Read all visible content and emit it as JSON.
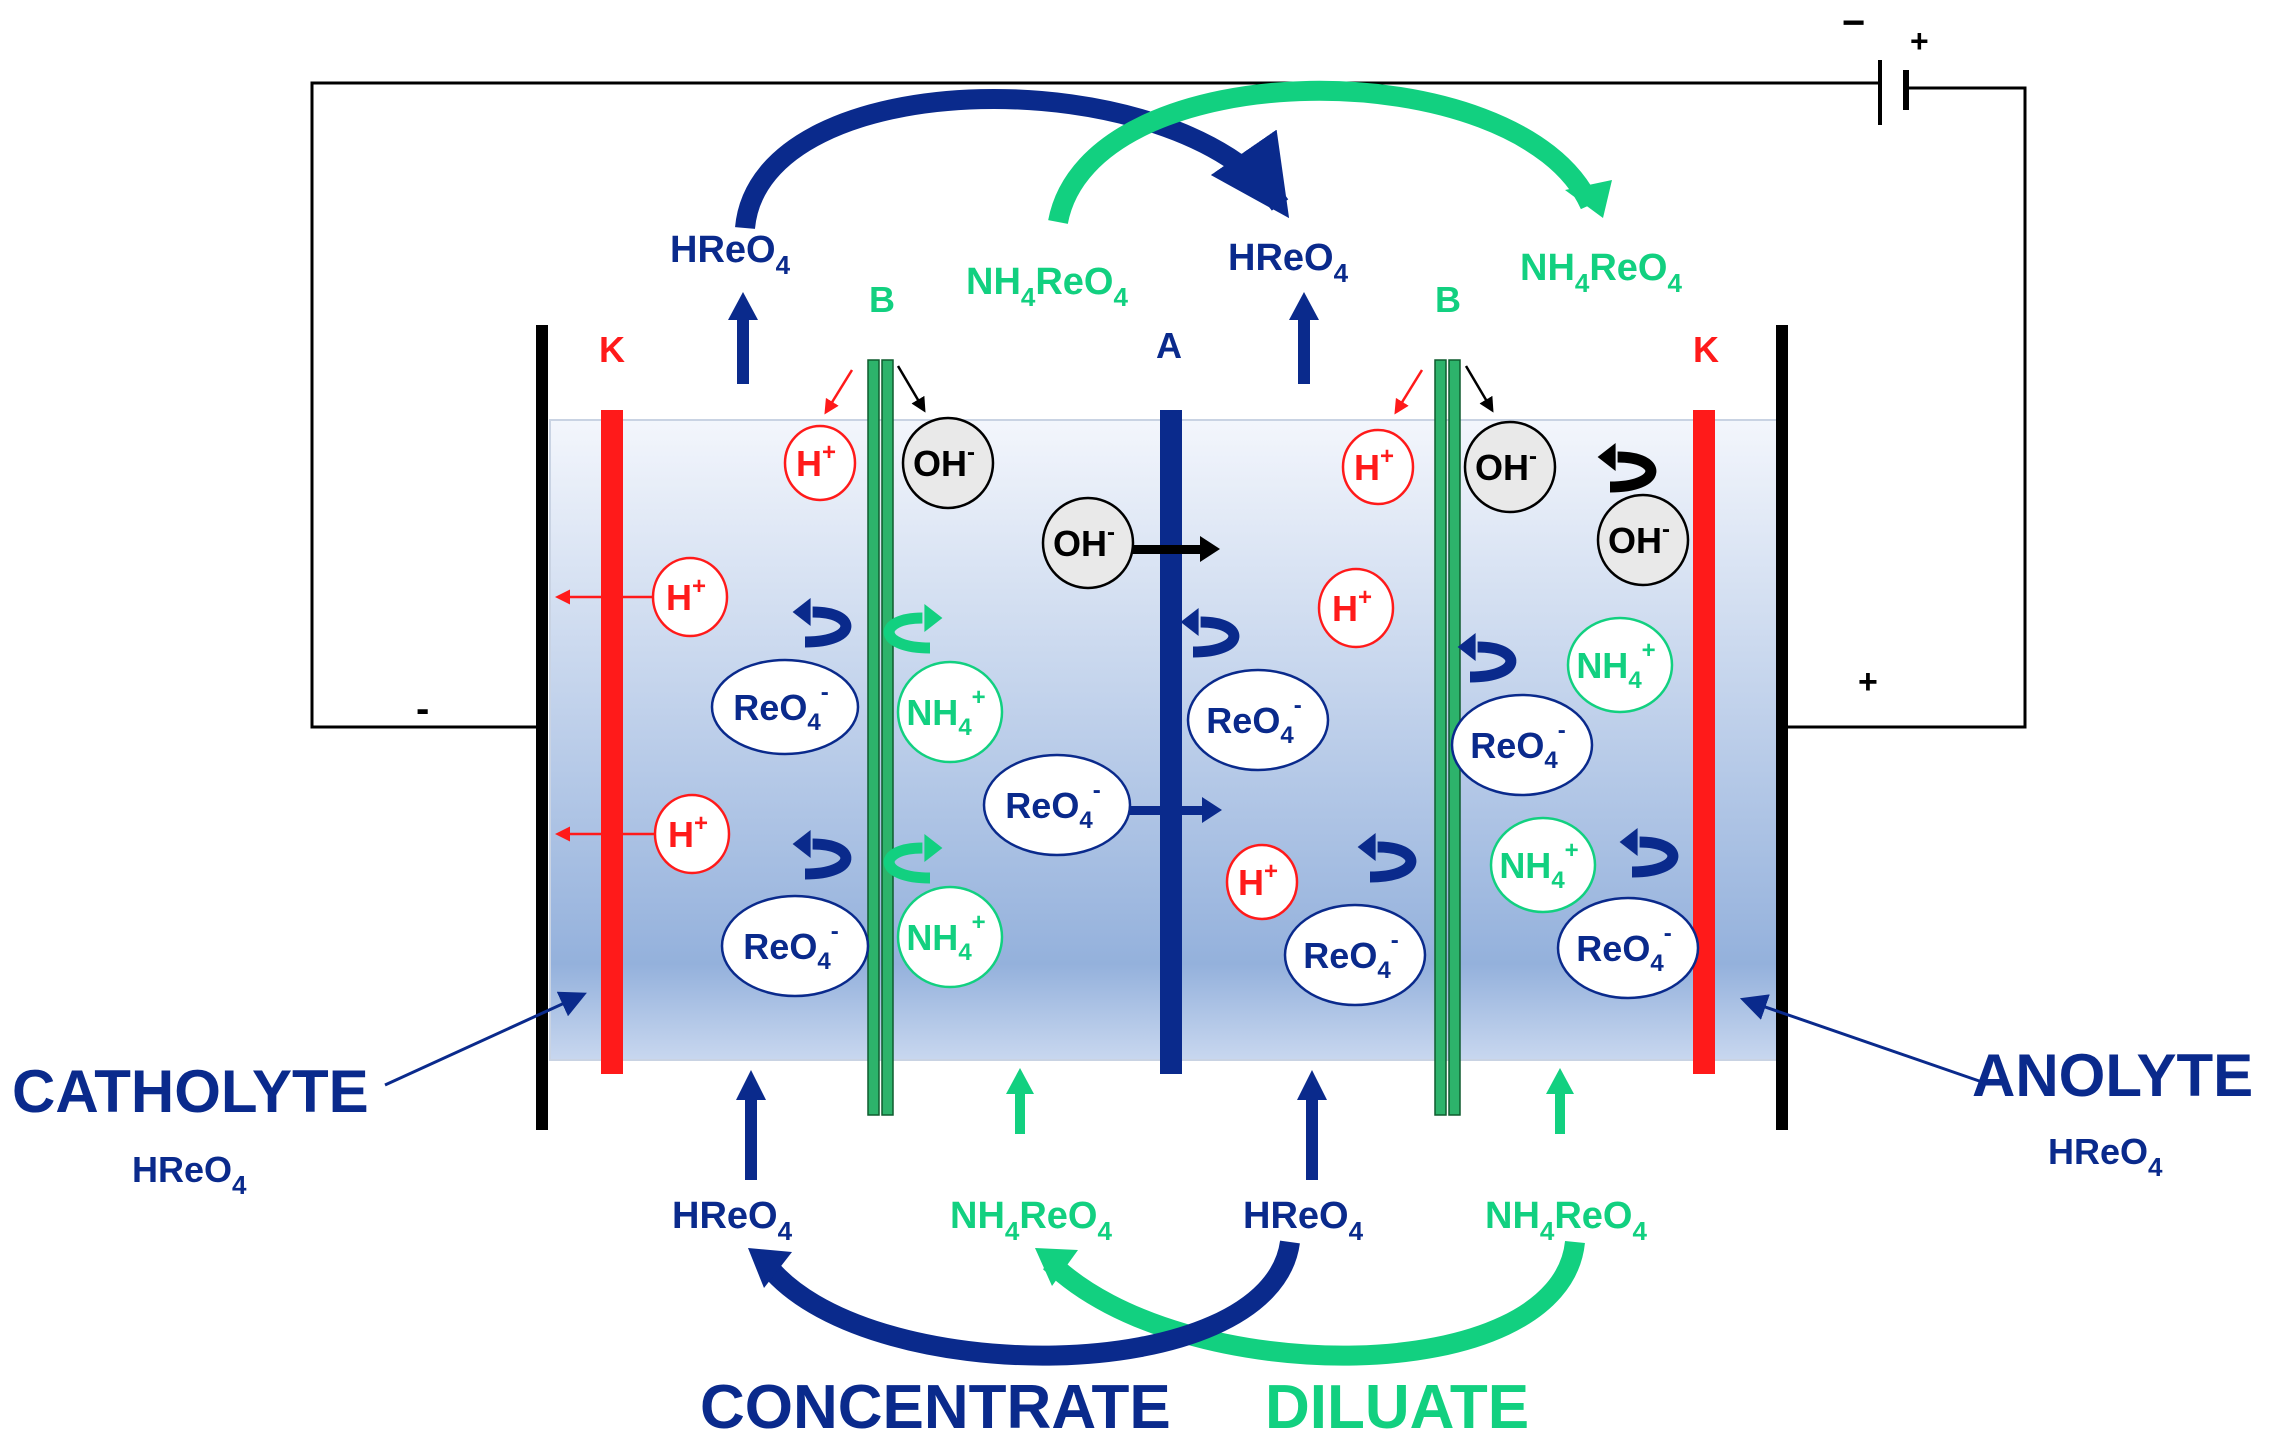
{
  "colors": {
    "navy": "#0a2a8c",
    "green": "#12d080",
    "red": "#ff1a1a",
    "black": "#000000",
    "membrane_green": "#2db36b",
    "cation_membrane": "#ff1a1a",
    "anion_membrane": "#0a2a8c",
    "electrolyte_top": "#f3f6fc",
    "electrolyte_bottom": "#94b1dc"
  },
  "battery": {
    "minus": "−",
    "plus": "+"
  },
  "electrodes": {
    "left_sign": "-",
    "right_sign": "+"
  },
  "membranes": {
    "k_left": "K",
    "b_left": "B",
    "a_center": "A",
    "b_right": "B",
    "k_right": "K"
  },
  "streams": {
    "outlet": {
      "hreo4_left": {
        "main": "HReO",
        "sub": "4"
      },
      "nh4reo4_left": {
        "pre": "NH",
        "s1": "4",
        "mid": "ReO",
        "s2": "4"
      },
      "hreo4_right": {
        "main": "HReO",
        "sub": "4"
      },
      "nh4reo4_right": {
        "pre": "NH",
        "s1": "4",
        "mid": "ReO",
        "s2": "4"
      }
    },
    "inlet": {
      "hreo4_left": {
        "main": "HReO",
        "sub": "4"
      },
      "nh4reo4_left": {
        "pre": "NH",
        "s1": "4",
        "mid": "ReO",
        "s2": "4"
      },
      "hreo4_right": {
        "main": "HReO",
        "sub": "4"
      },
      "nh4reo4_right": {
        "pre": "NH",
        "s1": "4",
        "mid": "ReO",
        "s2": "4"
      }
    }
  },
  "compartments": {
    "catholyte": {
      "label": "CATHOLYTE",
      "species": {
        "main": "HReO",
        "sub": "4"
      }
    },
    "anolyte": {
      "label": "ANOLYTE",
      "species": {
        "main": "HReO",
        "sub": "4"
      }
    },
    "concentrate": "CONCENTRATE",
    "diluate": "DILUATE"
  },
  "ions": {
    "h_plus": {
      "main": "H",
      "sup": "+"
    },
    "oh_minus": {
      "main": "OH",
      "sup": "-"
    },
    "reo4_minus": {
      "main": "ReO",
      "sub": "4",
      "sup": "-"
    },
    "nh4_plus": {
      "main": "NH",
      "sub": "4",
      "sup": "+"
    }
  }
}
